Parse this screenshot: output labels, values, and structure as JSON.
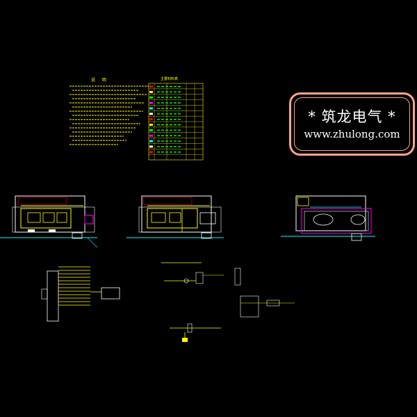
{
  "watermark": {
    "line1": "*  筑龙电气  *",
    "line2": "www.zhulong.com"
  },
  "notes": {
    "title": "说 明"
  },
  "legend_table": {
    "title": "主要材料表"
  },
  "colors": {
    "background": "#000000",
    "cad_yellow": "#ffff00",
    "cad_white": "#ffffff",
    "cad_cyan": "#00ffff",
    "cad_magenta": "#ff00ff",
    "cad_red": "#ff0000",
    "cad_green": "#00ff00",
    "watermark_border": "#ffa58a"
  }
}
